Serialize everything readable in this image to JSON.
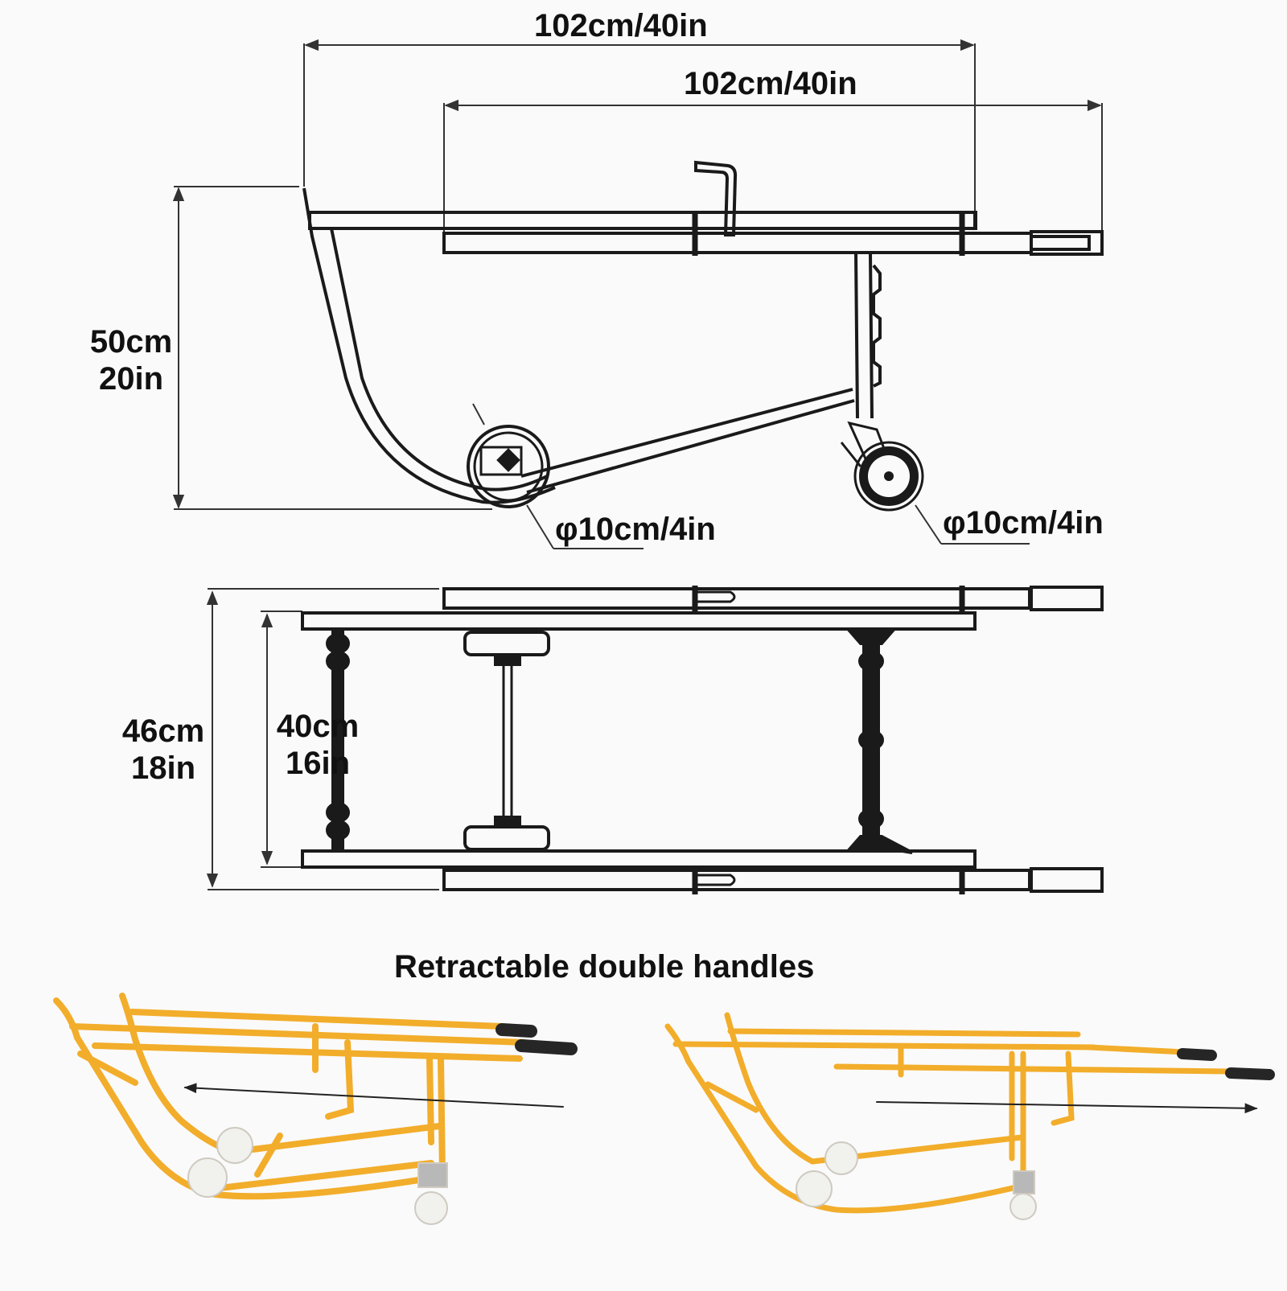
{
  "labels": {
    "top_width_upper": "102cm/40in",
    "top_width_lower": "102cm/40in",
    "height_cm": "50cm",
    "height_in": "20in",
    "wheel_front": "φ10cm/4in",
    "wheel_rear": "φ10cm/4in",
    "outer_width_cm": "46cm",
    "outer_width_in": "18in",
    "inner_width_cm": "40cm",
    "inner_width_in": "16in",
    "caption": "Retractable double handles"
  },
  "colors": {
    "line": "#1a1a1a",
    "dimension": "#333333",
    "frame_yellow": "#f2ad2b",
    "frame_yellow_dark": "#d9921a",
    "grip": "#262626",
    "wheel_white": "#f1f1ee",
    "background": "#fafafa"
  },
  "icons": [
    "caster-wheel-icon",
    "retract-arrow-icon",
    "extend-arrow-icon"
  ]
}
